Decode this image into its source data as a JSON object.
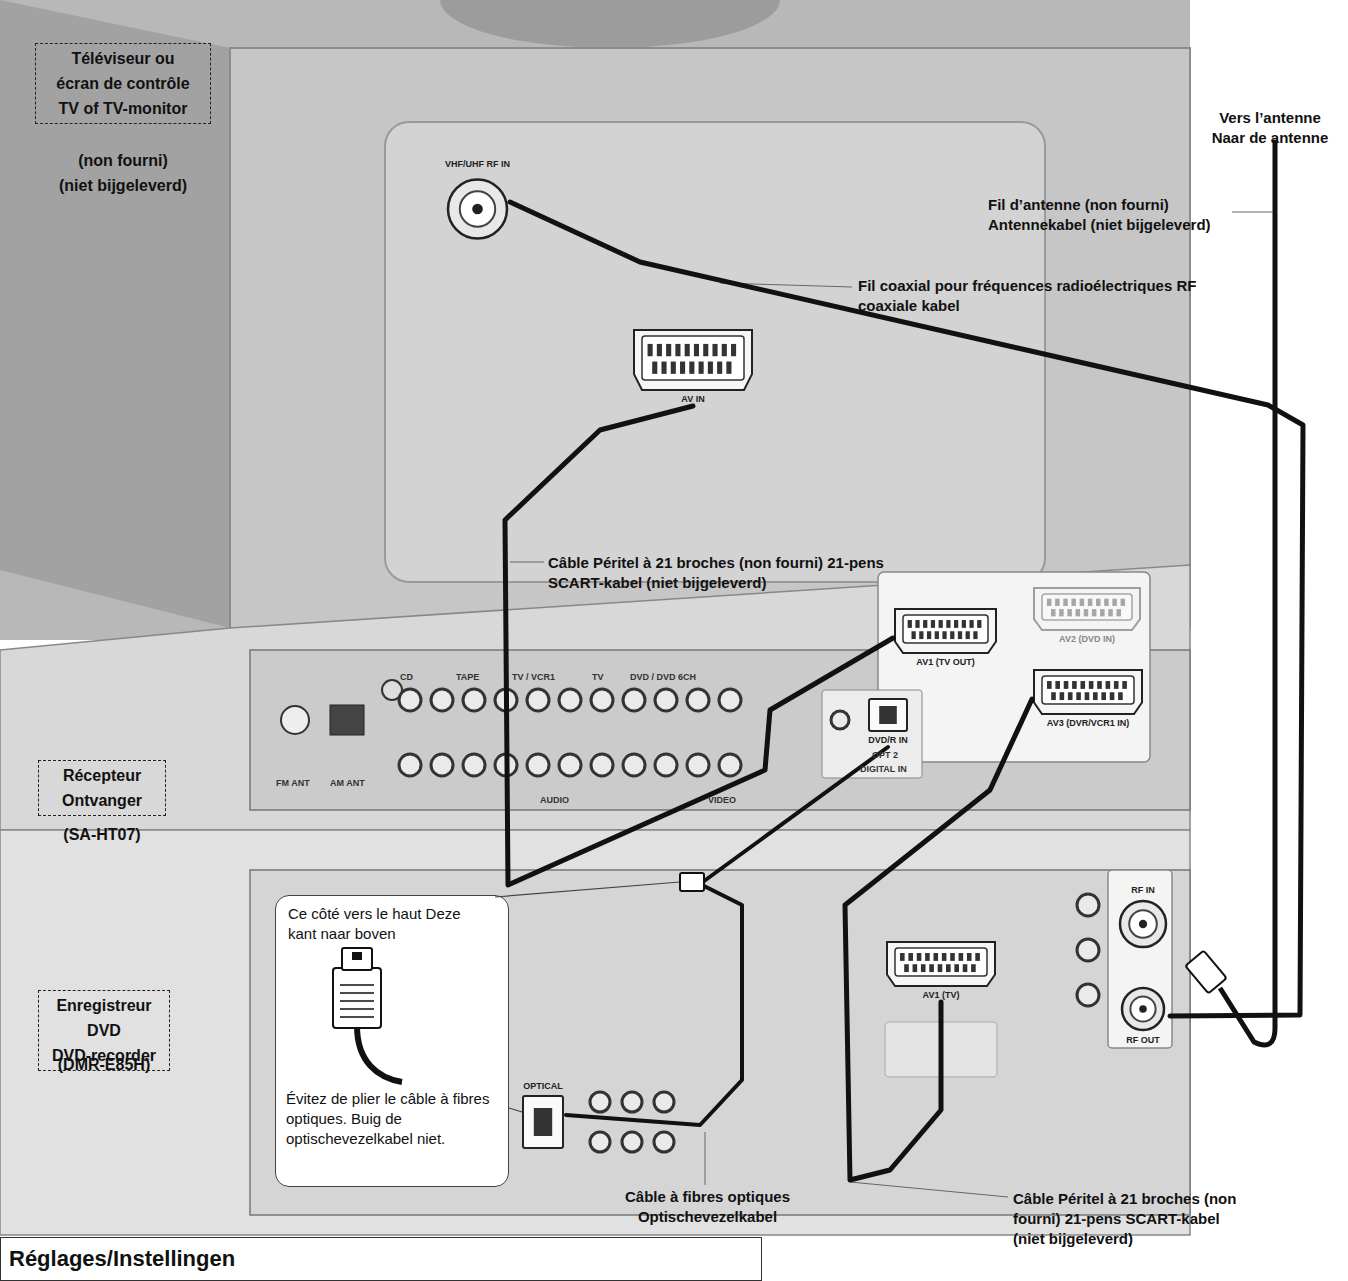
{
  "diagram": {
    "nodes": [
      {
        "text": [
          "Téléviseur ou écran de contrôle TV of TV-monitor",
          "(non fourni) (niet bijgeleverd)"
        ]
      },
      {
        "text": [
          "VHF/UHF RF IN"
        ],
        "in": 0
      },
      {
        "text": [
          "AV IN"
        ],
        "in": 0
      },
      {
        "text": [
          "Récepteur Ontvanger",
          "(SA-HT07)"
        ]
      },
      {
        "text": [
          "AV1 (TV OUT)"
        ],
        "in": 3
      },
      {
        "text": [
          "AV2 (DVD IN)"
        ],
        "in": 3
      },
      {
        "text": [
          "AV3 (DVR/VCR1 IN)"
        ],
        "in": 3
      },
      {
        "text": [
          "DVD/R IN"
        ],
        "in": 3
      },
      {
        "text": [
          "Enregistreur DVD DVD-recorder",
          "(DMR-E85H)"
        ]
      },
      {
        "text": [
          "AV1 (TV)"
        ],
        "in": 8
      },
      {
        "text": [
          "OPTICAL"
        ],
        "in": 8
      },
      {
        "text": [
          "RF IN"
        ],
        "in": 8
      },
      {
        "text": [
          "RF OUT"
        ],
        "in": 8
      },
      {
        "text": [
          "Ce côté vers le haut Deze kant naar boven",
          "Évitez de plier le câble à fibres optiques. Buig de optischevezelkabel niet."
        ]
      },
      {
        "text": [
          "Réglages/Instellingen"
        ]
      }
    ],
    "edges": [
      {
        "from": 12,
        "to": 1,
        "arrow": "none",
        "label": "Fil coaxial pour fréquences radioélectriques RF coaxiale kabel"
      },
      {
        "from": 4,
        "to": 2,
        "arrow": "none",
        "label": "Câble Péritel à 21 broches (non fourni) 21-pens SCART-kabel (niet bijgeleverd)"
      },
      {
        "from": 10,
        "to": 7,
        "arrow": "none",
        "label": "Câble à fibres optiques Optischevezelkabel"
      },
      {
        "from": 9,
        "to": 6,
        "arrow": "none",
        "label": "Câble Péritel à 21 broches (non fourni) 21-pens SCART-kabel (niet bijgeleverd)"
      }
    ],
    "labels": [
      "Vers l’antenne Naar de antenne",
      "Fil d’antenne (non fourni) Antennekabel (niet bijgeleverd)",
      "FM ANT",
      "AM ANT",
      "CD",
      "TAPE",
      "TV / VCR1",
      "TV",
      "DVD / DVD 6CH",
      "AUDIO",
      "VIDEO",
      "OPT 2",
      "DIGITAL IN"
    ]
  }
}
